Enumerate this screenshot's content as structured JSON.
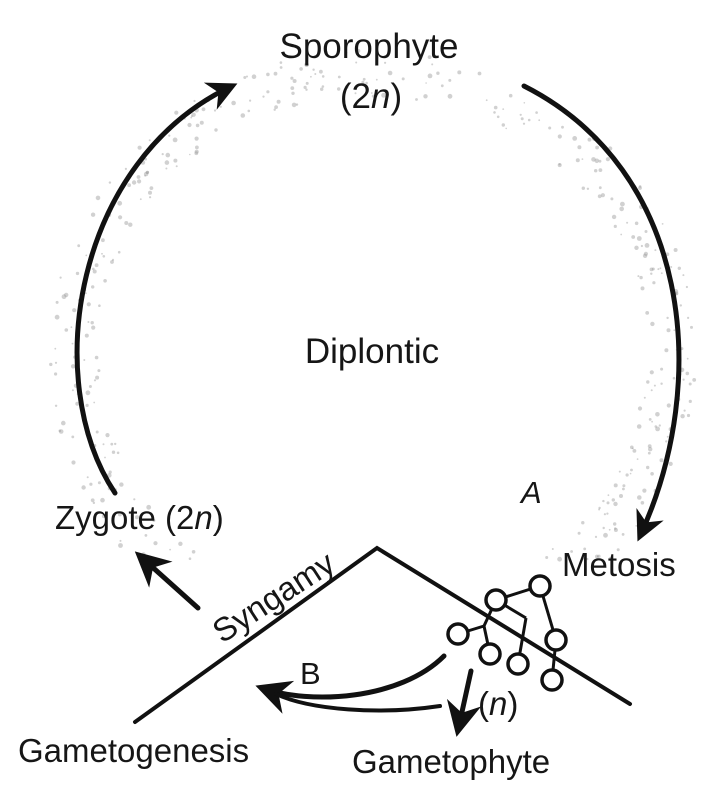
{
  "diagram": {
    "center_label": "Diplontic",
    "sporophyte": {
      "name": "Sporophyte",
      "ploidy_open": "(2",
      "ploidy_var": "n",
      "ploidy_close": ")"
    },
    "meiosis_label": "Metosis",
    "label_a": "A",
    "label_b": "B",
    "zygote": {
      "name": "Zygote (2",
      "ploidy_var": "n",
      "ploidy_close": ")"
    },
    "syngamy_label": "Syngamy",
    "gametogenesis_label": "Gametogenesis",
    "gametophyte": {
      "name": "Gametophyte",
      "ploidy_open": "(",
      "ploidy_var": "n",
      "ploidy_close": ")"
    }
  },
  "colors": {
    "ink": "#111111",
    "paper": "#ffffff",
    "speckle": "#9a9a9a"
  }
}
